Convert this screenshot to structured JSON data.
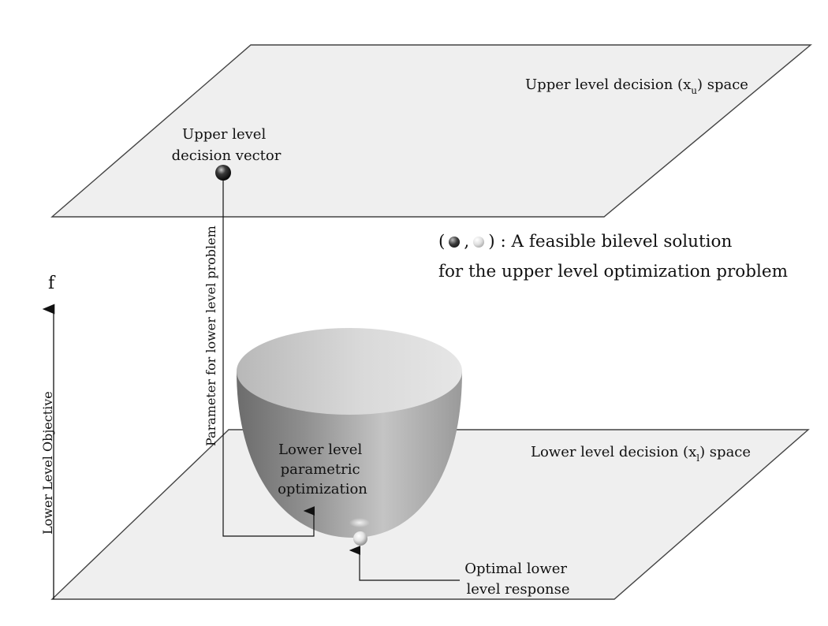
{
  "upper_plane": {
    "label_prefix": "Upper level decision (x",
    "label_sub": "u",
    "label_suffix": ") space"
  },
  "lower_plane": {
    "label_prefix": "Lower level decision (x",
    "label_sub": "l",
    "label_suffix": ") space"
  },
  "upper_point": {
    "label_line1": "Upper level",
    "label_line2": "decision vector"
  },
  "parameter_label": "Parameter for lower level problem",
  "axis": {
    "arrow_label": "f",
    "label": "Lower Level Objective"
  },
  "bowl": {
    "label_line1": "Lower level",
    "label_line2": "parametric",
    "label_line3": "optimization"
  },
  "lower_point": {
    "label_line1": "Optimal lower",
    "label_line2": "level response"
  },
  "legend": {
    "open": "(",
    "comma": ",",
    "close": ") : A feasible bilevel solution",
    "line2": "for the upper level optimization problem"
  },
  "colors": {
    "plane_fill": "#efefef",
    "plane_stroke": "#444444",
    "bowl_dark": "#6e6e6e",
    "bowl_light": "#d0d0d0"
  }
}
